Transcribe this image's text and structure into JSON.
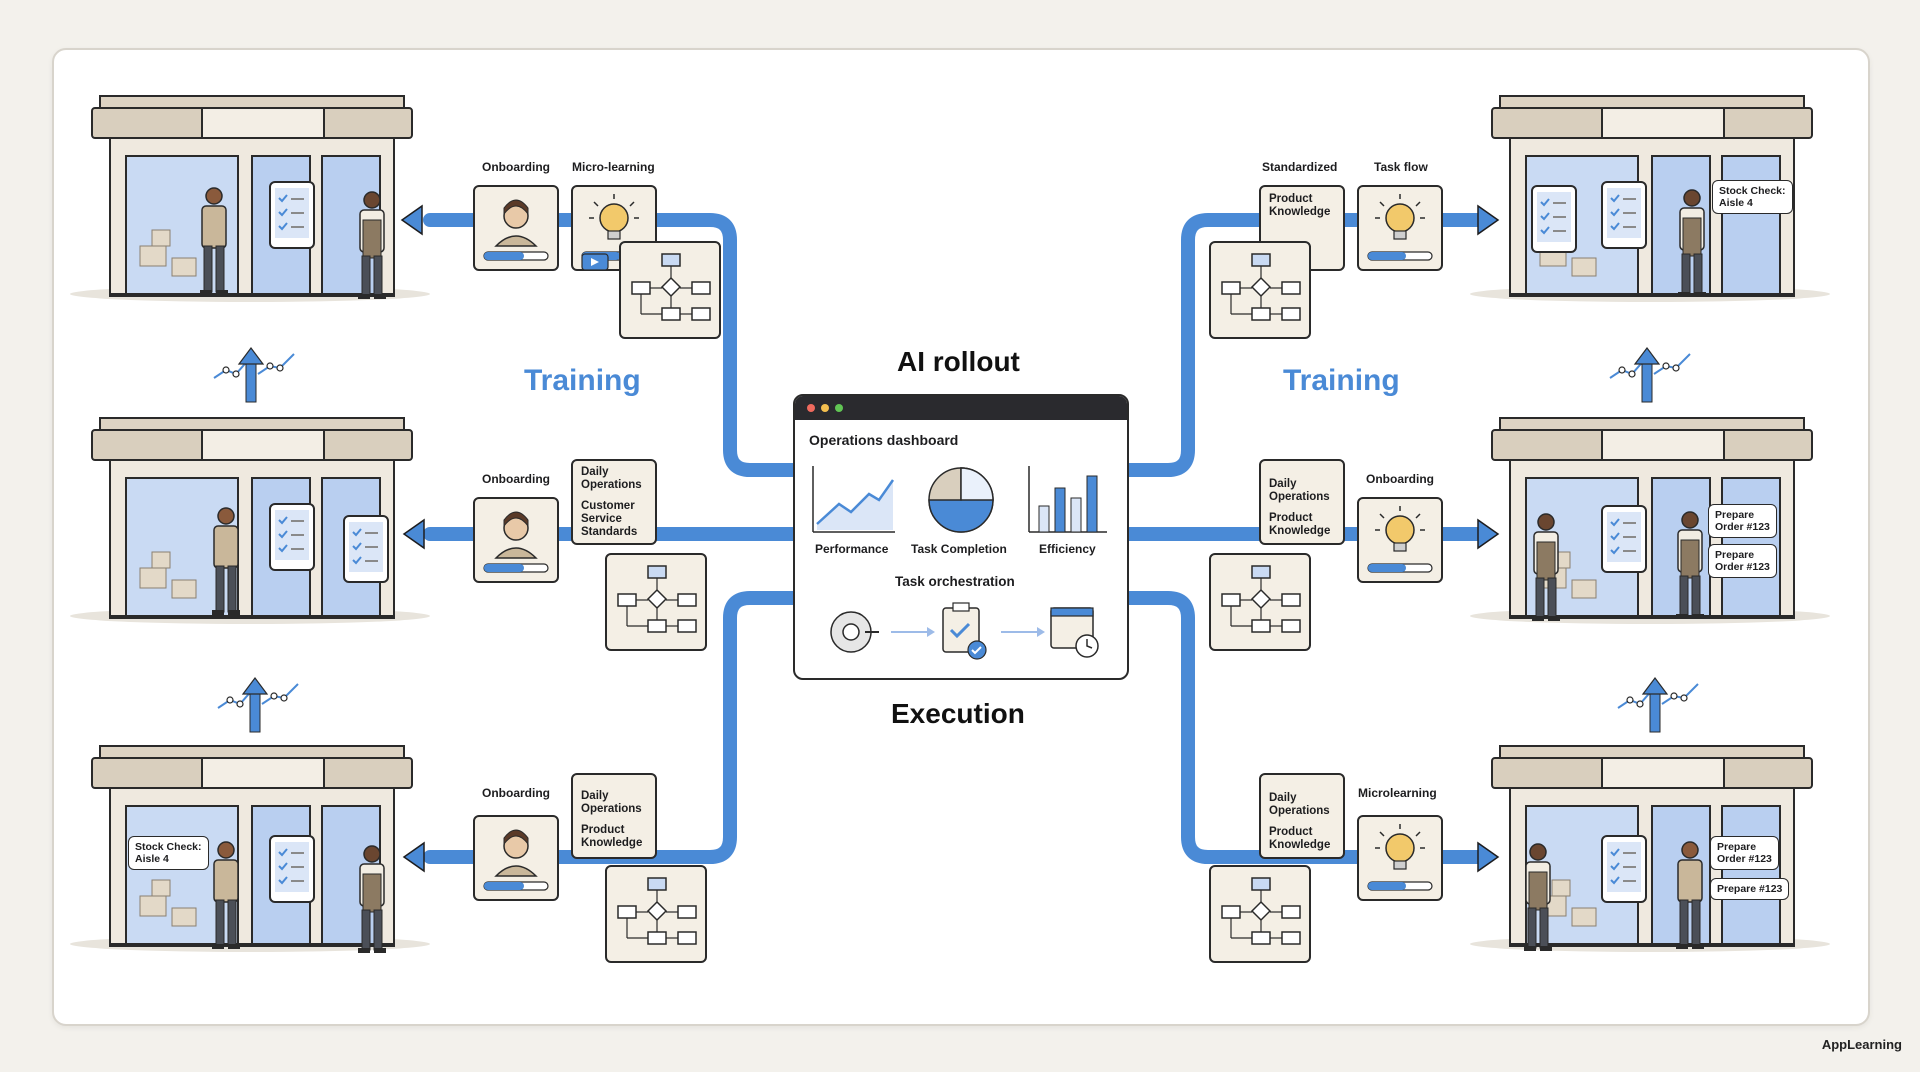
{
  "center": {
    "title": "AI rollout",
    "subtitle": "Execution",
    "dashboard": {
      "heading": "Operations dashboard",
      "widgets": [
        "Performance",
        "Task Completion",
        "Efficiency"
      ],
      "orchestration_heading": "Task orchestration"
    }
  },
  "sections": {
    "left": "Training",
    "right": "Training"
  },
  "left_rows": [
    {
      "label_a": "Onboarding",
      "label_b": "Micro-learning"
    },
    {
      "label_a": "Onboarding",
      "card_text": [
        "Daily",
        "Operations",
        "",
        "Customer",
        "Service",
        "Standards"
      ]
    },
    {
      "label_a": "Onboarding",
      "card_text": [
        "Daily",
        "Operations",
        "",
        "Product",
        "Knowledge"
      ]
    }
  ],
  "right_rows": [
    {
      "label_a": "Standardized",
      "label_b": "Task flow",
      "card_text": [
        "Product",
        "Knowledge"
      ]
    },
    {
      "label_b": "Onboarding",
      "card_text": [
        "Daily",
        "Operations",
        "",
        "Product",
        "Knowledge"
      ]
    },
    {
      "label_b": "Microlearning",
      "card_text": [
        "Daily",
        "Operations",
        "",
        "Product",
        "Knowledge"
      ]
    }
  ],
  "bubbles": {
    "right_top": [
      "Stock Check:",
      "Aisle 4"
    ],
    "right_mid_1": [
      "Prepare",
      "Order #123"
    ],
    "right_mid_2": [
      "Prepare",
      "Order #123"
    ],
    "left_bottom": [
      "Stock Check:",
      "Aisle 4"
    ],
    "right_bottom_1": [
      "Prepare",
      "Order #123"
    ],
    "right_bottom_2": [
      "Prepare #123"
    ]
  },
  "brand": "AppLearning",
  "colors": {
    "accent": "#4a8ad6",
    "store_wall": "#efe9df",
    "glass": "#c9daf3",
    "card": "#f4efe5"
  }
}
